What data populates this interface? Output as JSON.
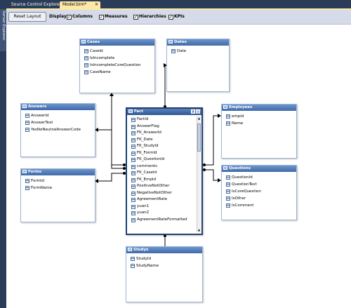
{
  "side": {
    "label": "Server Explorer"
  },
  "tabs": [
    {
      "label": "Source Control Explorer"
    },
    {
      "label": "Model.bim*"
    }
  ],
  "toolbar": {
    "reset_label": "Reset Layout",
    "display_label": "Display:",
    "options": [
      {
        "label": "Columns",
        "checked": true
      },
      {
        "label": "Measures",
        "checked": true
      },
      {
        "label": "Hierarchies",
        "checked": true
      },
      {
        "label": "KPIs",
        "checked": true
      }
    ]
  },
  "tables": {
    "cases": {
      "title": "Cases",
      "columns": [
        "CaseId",
        "IsIncomplete",
        "IsIncompleteCoreQuestion",
        "CaseName"
      ]
    },
    "dates": {
      "title": "Dates",
      "columns": [
        "Date"
      ]
    },
    "answers": {
      "title": "Answers",
      "columns": [
        "AnswerId",
        "AnswerText",
        "YesNoNeutralAnswerCode"
      ]
    },
    "fact": {
      "title": "Fact",
      "columns": [
        "FactId",
        "AnswerFlag",
        "FK_AnswerId",
        "FK_Date",
        "FK_StudyId",
        "FK_FormId",
        "FK_QuestionId",
        "comments",
        "FK_CaseId",
        "FK_EmpId",
        "PositiveNotOther",
        "NegativeNotOther",
        "AgreementRate",
        "yuan1",
        "yuan2",
        "AgreementRateFormatted"
      ]
    },
    "employees": {
      "title": "Employees",
      "columns": [
        "empid",
        "Name"
      ]
    },
    "forms": {
      "title": "Forms",
      "columns": [
        "FormId",
        "FormName"
      ]
    },
    "questions": {
      "title": "Questions",
      "columns": [
        "QuestionId",
        "QuestionText",
        "IsCoreQuestion",
        "IsOther",
        "IsComment"
      ]
    },
    "studys": {
      "title": "Studys",
      "columns": [
        "StudyId",
        "StudyName"
      ]
    }
  }
}
